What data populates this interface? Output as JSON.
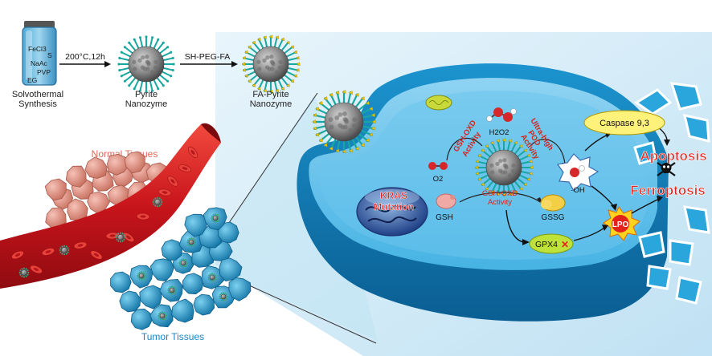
{
  "synthesis": {
    "vial_reagents": [
      "FeCl3",
      "S",
      "NaAc",
      "PVP",
      "EG"
    ],
    "step1_condition": "200°C,12h",
    "step2_reagent": "SH-PEG-FA",
    "vial_caption": [
      "Solvothermal",
      "Synthesis"
    ],
    "pyrite_caption": [
      "Pyrite",
      "Nanozyme"
    ],
    "fa_pyrite_caption": [
      "FA-Pyrite",
      "Nanozyme"
    ]
  },
  "tissues": {
    "normal_label": "Normal Tissues",
    "tumor_label": "Tumor Tissues"
  },
  "cell": {
    "h2o2": "H2O2",
    "o2": "O2",
    "gsh_oxd_top": [
      "GSH-OXD",
      "Activity"
    ],
    "ultra_pod": [
      "Ultra-high",
      "POD",
      "Activity"
    ],
    "gsh_oxd_bottom": [
      "GSH-OXD",
      "Activity"
    ],
    "hydroxyl": "·OH",
    "gsh": "GSH",
    "gssg": "GSSG",
    "gpx4": "GPX4",
    "gpx4_mark": "✕",
    "lpo": "LPO",
    "kras": [
      "KRAS",
      "Mutation"
    ],
    "caspase": "Caspase 9,3",
    "apoptosis": "Apoptosis",
    "ferroptosis": "Ferroptosis"
  },
  "colors": {
    "cell_blue": "#1e9fd8",
    "cell_dark": "#0d6fa8",
    "bg_panel": "#d4ecf7",
    "red_text": "#e2231a",
    "caspase_fill": "#fff27a",
    "gpx4_fill": "#bfe23a",
    "normal_tissue": "#e8968a",
    "tumor_tissue": "#2aa5d6"
  }
}
